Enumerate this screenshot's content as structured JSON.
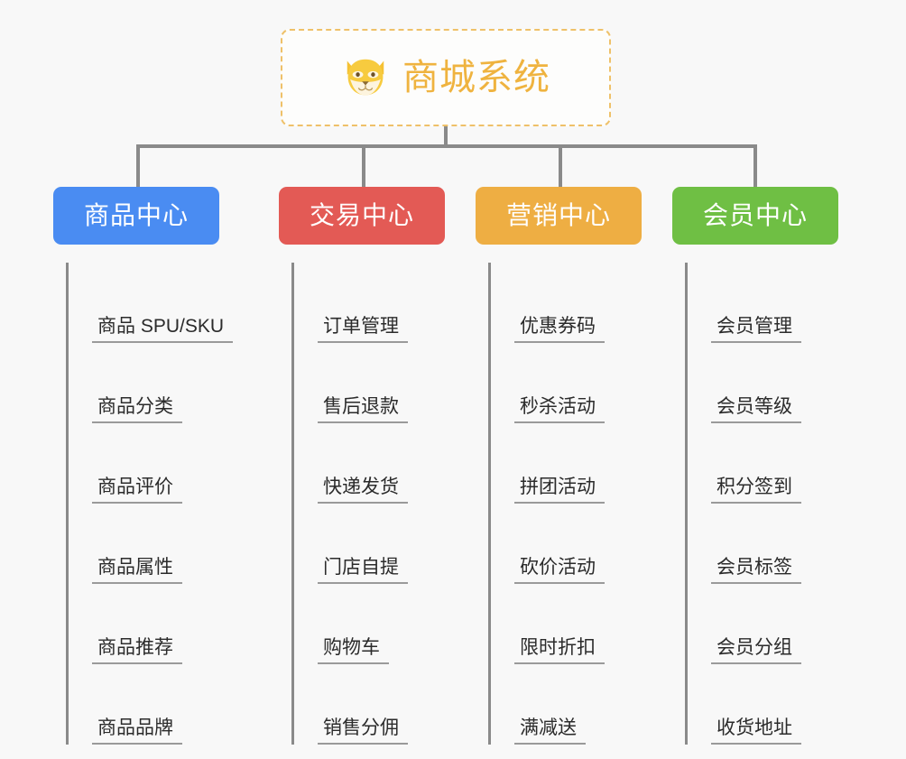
{
  "page": {
    "background_color": "#f8f8f8",
    "type": "org-chart"
  },
  "root": {
    "title": "商城系统",
    "icon": "shiba-dog-face-icon",
    "border_color": "#efc169",
    "text_color": "#efb33f"
  },
  "connector": {
    "color": "#8a8a8a"
  },
  "branches": [
    {
      "id": "product-center",
      "label": "商品中心",
      "color": "#4a8cf2",
      "items": [
        "商品 SPU/SKU",
        "商品分类",
        "商品评价",
        "商品属性",
        "商品推荐",
        "商品品牌"
      ]
    },
    {
      "id": "trade-center",
      "label": "交易中心",
      "color": "#e35a55",
      "items": [
        "订单管理",
        "售后退款",
        "快递发货",
        "门店自提",
        "购物车",
        "销售分佣"
      ]
    },
    {
      "id": "marketing-center",
      "label": "营销中心",
      "color": "#eeae43",
      "items": [
        "优惠券码",
        "秒杀活动",
        "拼团活动",
        "砍价活动",
        "限时折扣",
        "满减送"
      ]
    },
    {
      "id": "member-center",
      "label": "会员中心",
      "color": "#6fbf44",
      "items": [
        "会员管理",
        "会员等级",
        "积分签到",
        "会员标签",
        "会员分组",
        "收货地址"
      ]
    }
  ]
}
